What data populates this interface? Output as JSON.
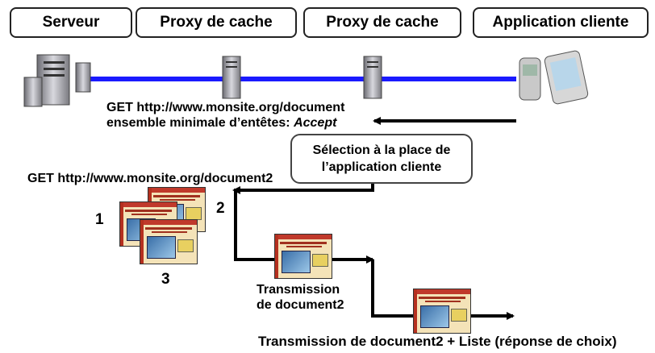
{
  "headers": [
    "Serveur",
    "Proxy de cache",
    "Proxy de cache",
    "Application cliente"
  ],
  "request_line1": "GET http://www.monsite.org/document",
  "request_line2_prefix": "ensemble minimale d’entêtes: ",
  "request_line2_italic": "Accept",
  "selection_note": [
    "Sélection à la place de",
    "l’application cliente"
  ],
  "request2": "GET http://www.monsite.org/document2",
  "doc_numbers": [
    "1",
    "2",
    "3"
  ],
  "transmission1": [
    "Transmission",
    "de document2"
  ],
  "transmission2": "Transmission de document2 + Liste (réponse de choix)",
  "colors": {
    "network_line": "#1a1aff",
    "arrows": "#000000"
  },
  "icons": [
    "server-icon",
    "proxy-server-icon",
    "mobile-phone-icon",
    "pda-icon",
    "document-thumbnail-icon"
  ]
}
